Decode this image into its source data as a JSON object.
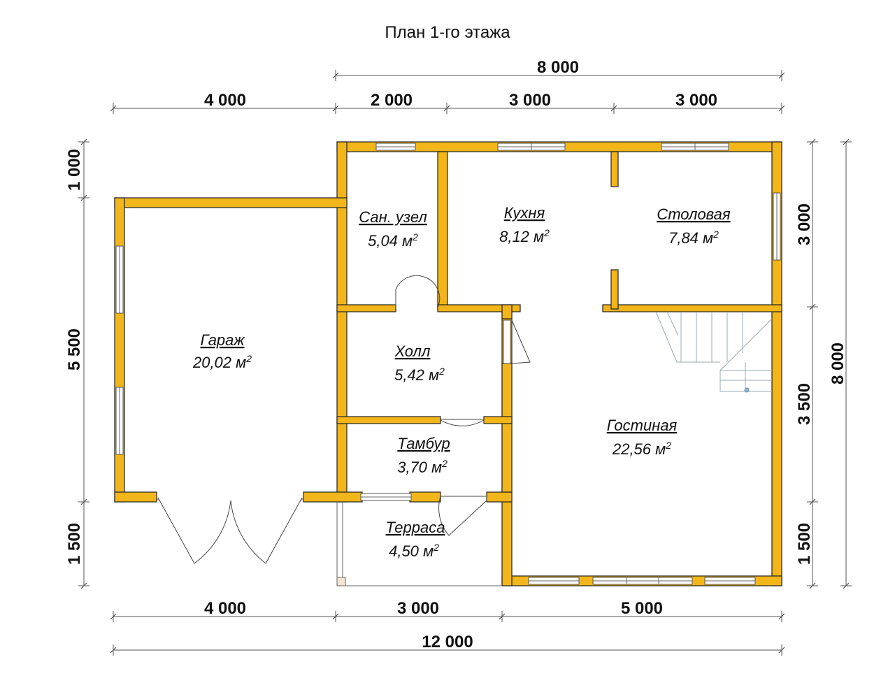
{
  "title": "План 1-го этажа",
  "dimensions": {
    "top_total": "8 000",
    "top_garage": "4 000",
    "top_bath": "2 000",
    "top_kitchen": "3 000",
    "top_dining": "3 000",
    "bottom_garage": "4 000",
    "bottom_terrace": "3 000",
    "bottom_living": "5 000",
    "bottom_total": "12 000",
    "left_top": "1 000",
    "left_mid": "5 500",
    "left_bottom": "1 500",
    "right_top": "3 000",
    "right_mid": "3 500",
    "right_bottom": "1 500",
    "right_total": "8 000"
  },
  "rooms": {
    "garage": {
      "name": "Гараж",
      "area": "20,02 м"
    },
    "bathroom": {
      "name": "Сан. узел",
      "area": "5,04 м"
    },
    "kitchen": {
      "name": "Кухня",
      "area": "8,12 м"
    },
    "dining": {
      "name": "Столовая",
      "area": "7,84 м"
    },
    "hall": {
      "name": "Холл",
      "area": "5,42 м"
    },
    "vestibule": {
      "name": "Тамбур",
      "area": "3,70 м"
    },
    "terrace": {
      "name": "Терраса",
      "area": "4,50 м"
    },
    "living": {
      "name": "Гостиная",
      "area": "22,56 м"
    }
  },
  "area_unit_superscript": "2",
  "colors": {
    "wall": "#F2B51A",
    "background": "#FFFFFF",
    "dimension_line": "#555555"
  }
}
